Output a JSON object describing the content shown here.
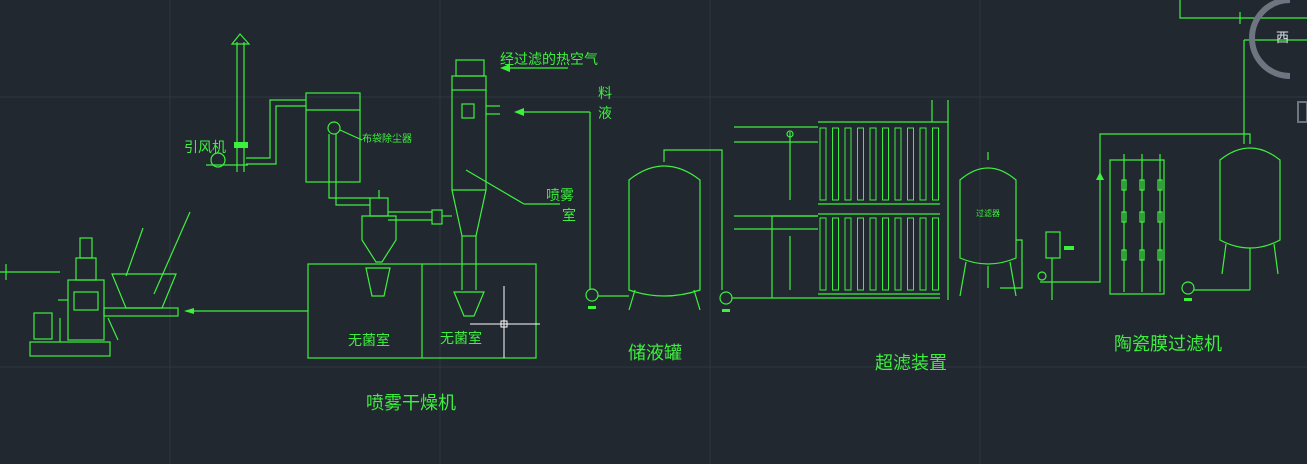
{
  "labels": {
    "filtered_hot_air": "经过滤的热空气",
    "feed_liquid_1": "料",
    "feed_liquid_2": "液",
    "bag_dust_collector": "布袋除尘器",
    "induced_draft_fan": "引风机",
    "spray_chamber_1": "喷雾",
    "spray_chamber_2": "室",
    "sterile_room_left": "无菌室",
    "sterile_room_right": "无菌室",
    "spray_dryer": "喷雾干燥机",
    "storage_tank": "储液罐",
    "ultrafiltration": "超滤装置",
    "filter": "过滤器",
    "ceramic_membrane": "陶瓷膜过滤机",
    "view_cube_west": "西"
  },
  "colors": {
    "background": "#212830",
    "line": "#3ef03e",
    "crosshair": "#ffffff"
  }
}
